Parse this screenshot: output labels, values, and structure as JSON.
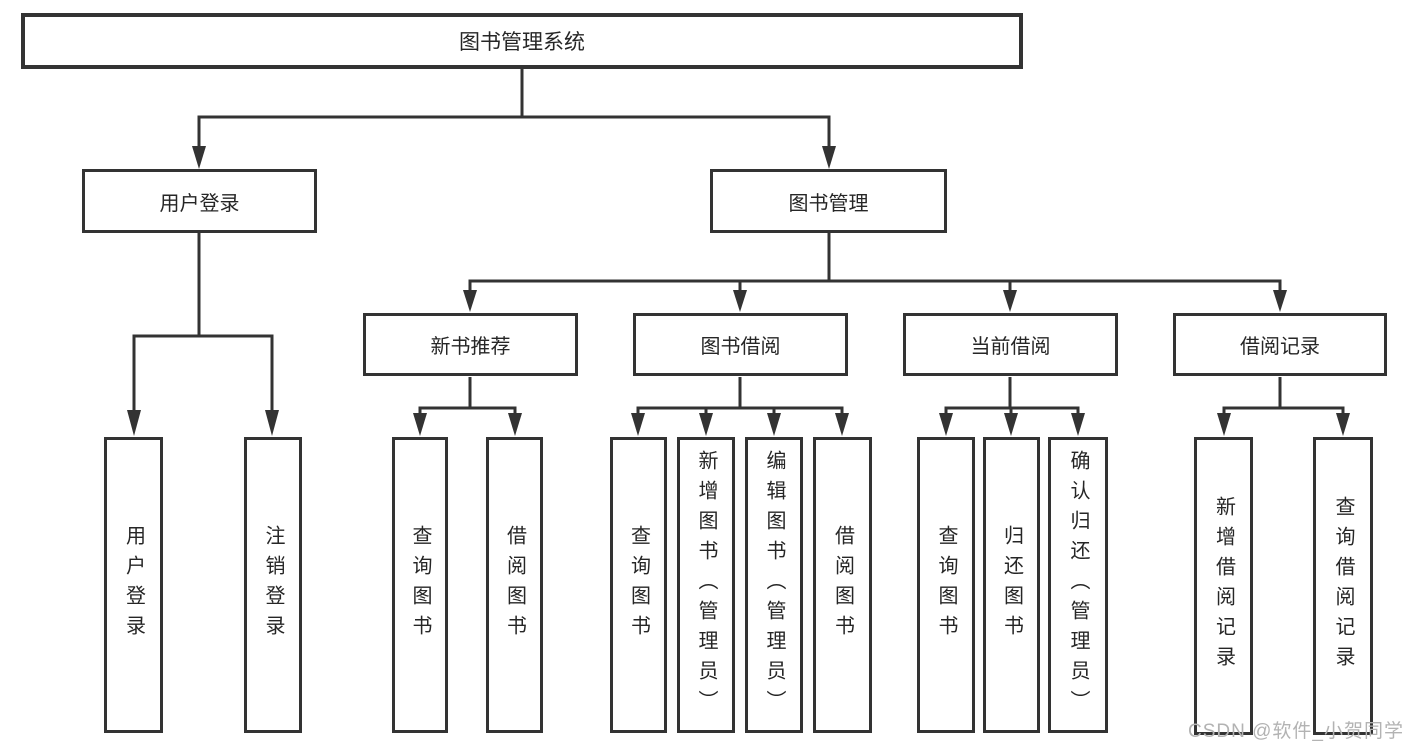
{
  "diagram": {
    "title": "图书管理系统",
    "root": {
      "label": "图书管理系统"
    },
    "level2": [
      {
        "label": "用户登录",
        "children": [
          "用户登录",
          "注销登录"
        ]
      },
      {
        "label": "图书管理"
      }
    ],
    "level3": [
      {
        "label": "新书推荐",
        "children": [
          "查询图书",
          "借阅图书"
        ]
      },
      {
        "label": "图书借阅",
        "children": [
          "查询图书",
          "新增图书（管理员）",
          "编辑图书（管理员）",
          "借阅图书"
        ]
      },
      {
        "label": "当前借阅",
        "children": [
          "查询图书",
          "归还图书",
          "确认归还（管理员）"
        ]
      },
      {
        "label": "借阅记录",
        "children": [
          "新增借阅记录",
          "查询借阅记录"
        ]
      }
    ],
    "line_color": "#333333",
    "text_color": "#262626",
    "box_background": "#ffffff"
  },
  "watermark": {
    "text": "CSDN @软件_小贺同学",
    "color": "#b3b3b3"
  }
}
